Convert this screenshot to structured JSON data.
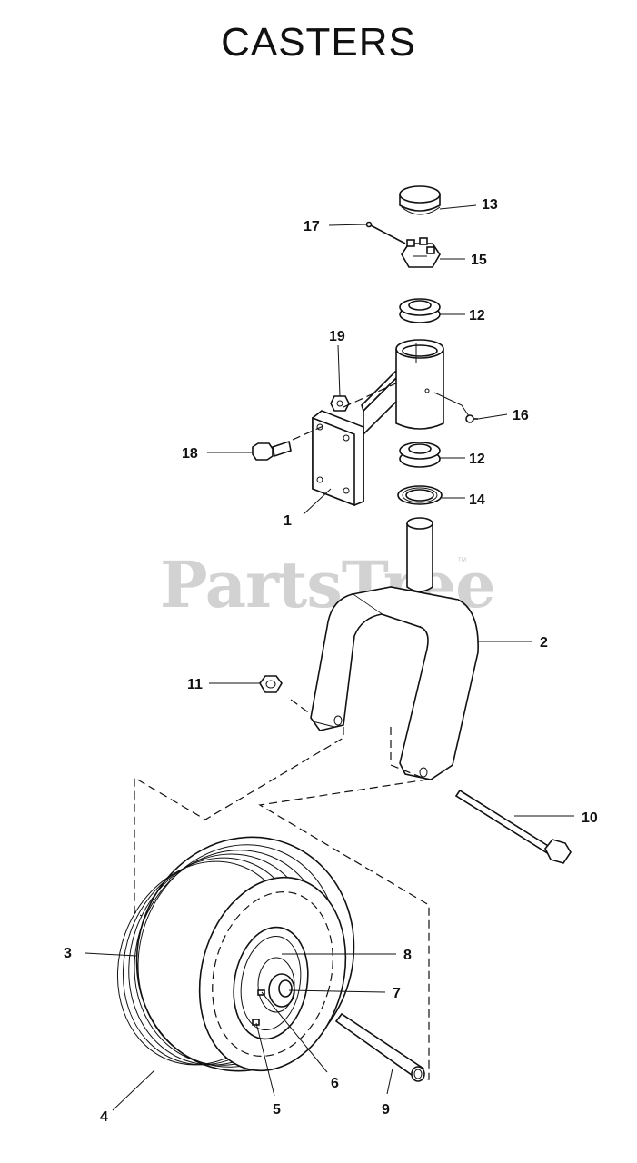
{
  "title": "CASTERS",
  "watermark": "PartsTree",
  "trademark": "™",
  "callouts": [
    {
      "id": "13",
      "text": "13"
    },
    {
      "id": "17",
      "text": "17"
    },
    {
      "id": "15",
      "text": "15"
    },
    {
      "id": "12a",
      "text": "12"
    },
    {
      "id": "19",
      "text": "19"
    },
    {
      "id": "16",
      "text": "16"
    },
    {
      "id": "18",
      "text": "18"
    },
    {
      "id": "12b",
      "text": "12"
    },
    {
      "id": "14",
      "text": "14"
    },
    {
      "id": "1",
      "text": "1"
    },
    {
      "id": "2",
      "text": "2"
    },
    {
      "id": "11",
      "text": "11"
    },
    {
      "id": "10",
      "text": "10"
    },
    {
      "id": "3",
      "text": "3"
    },
    {
      "id": "8",
      "text": "8"
    },
    {
      "id": "7",
      "text": "7"
    },
    {
      "id": "6",
      "text": "6"
    },
    {
      "id": "5",
      "text": "5"
    },
    {
      "id": "4",
      "text": "4"
    },
    {
      "id": "9",
      "text": "9"
    }
  ]
}
